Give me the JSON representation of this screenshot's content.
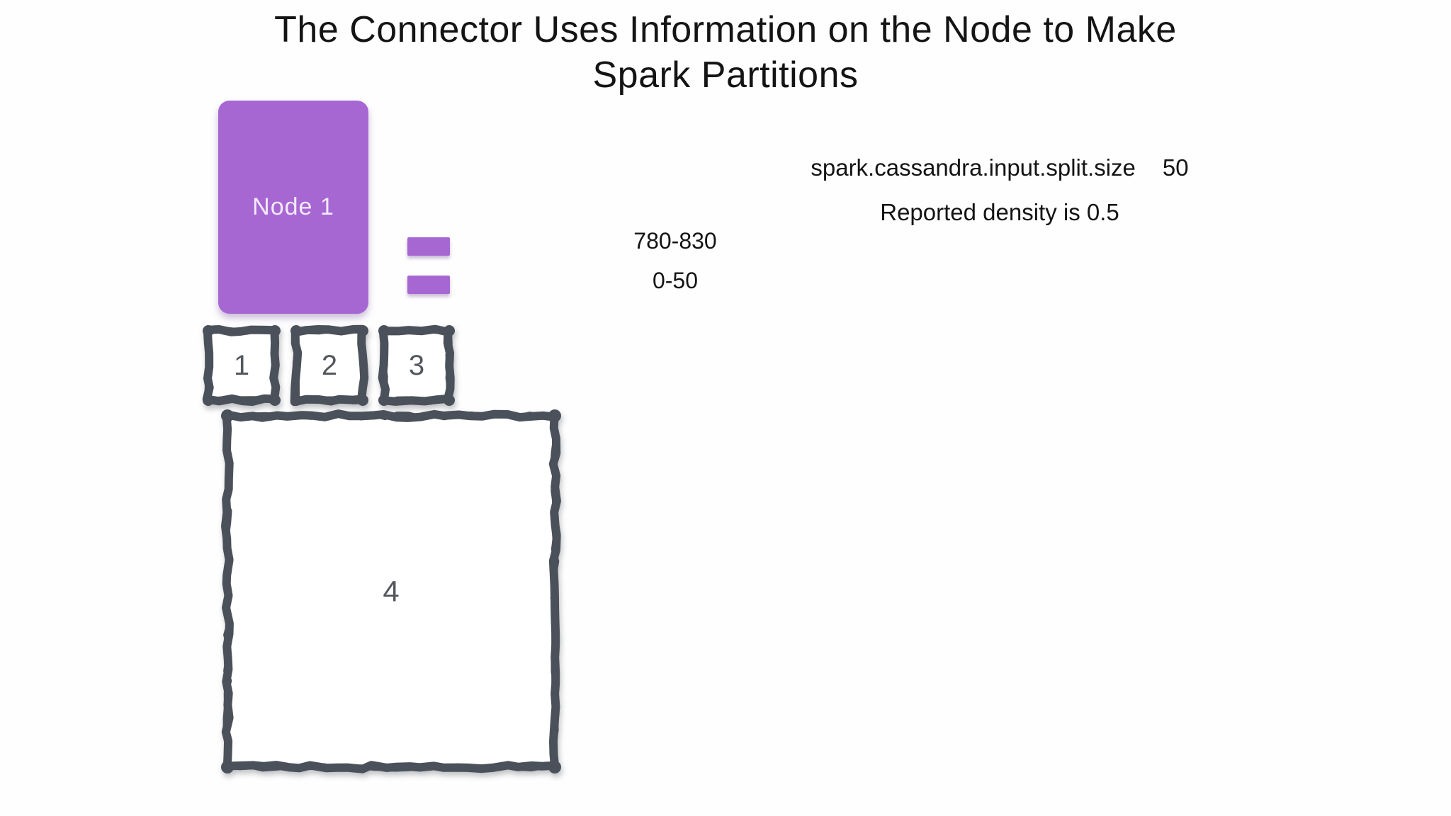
{
  "title": {
    "line1": "The Connector Uses Information on the Node to Make",
    "line2": "Spark Partitions"
  },
  "node": {
    "label": "Node 1"
  },
  "token_ranges": [
    {
      "range": "780-830"
    },
    {
      "range": "0-50"
    }
  ],
  "config": {
    "property": "spark.cassandra.input.split.size",
    "value": "50",
    "density_note": "Reported density is 0.5"
  },
  "partitions": [
    {
      "label": "1"
    },
    {
      "label": "2"
    },
    {
      "label": "3"
    },
    {
      "label": "4"
    }
  ],
  "theme": {
    "purple": "#a767d3",
    "node_label": "#f3eafa",
    "ink": "#4b515a",
    "number": "#54585e",
    "text": "#141414"
  }
}
